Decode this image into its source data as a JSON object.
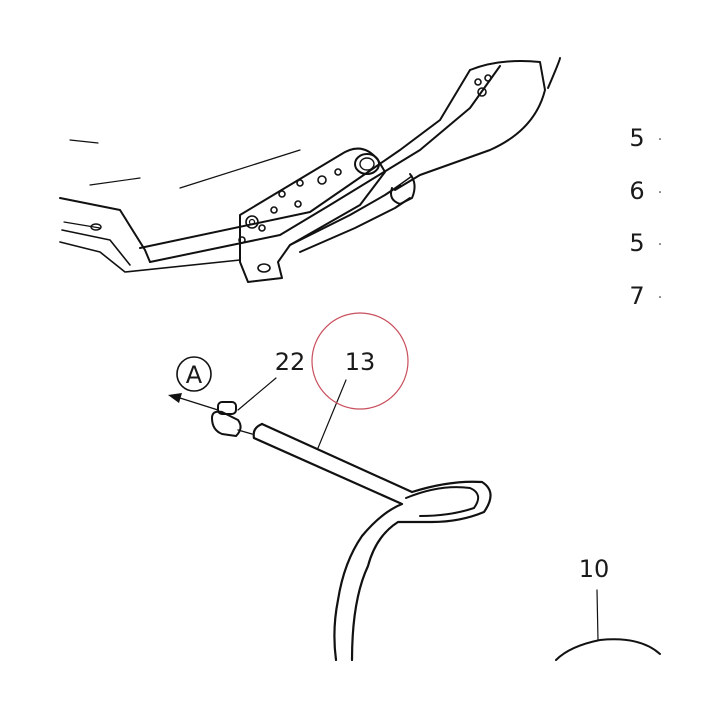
{
  "callouts": {
    "arrow_ref": "A",
    "part_22": "22",
    "part_13": "13",
    "part_10": "10"
  },
  "side_list": [
    "5",
    "6",
    "5",
    "7"
  ],
  "colors": {
    "line": "#111111",
    "highlight_circle": "#c94f5c",
    "background": "#ffffff"
  }
}
